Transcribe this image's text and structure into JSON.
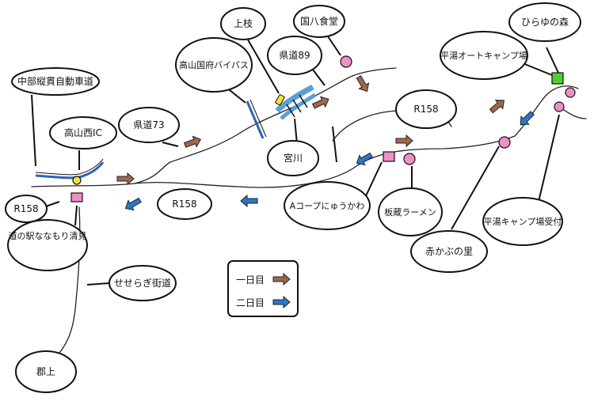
{
  "labels": {
    "chubu_expressway": "中部縦貫自動車道",
    "takayama_nishi_ic": "高山西IC",
    "route158_west": "R158",
    "roadside_station": "道の駅ななもり清見",
    "prefectural73": "県道73",
    "takayama_bypass": "高山国府バイパス",
    "kamieda": "上枝",
    "kunihachi": "国八食堂",
    "prefectural89": "県道89",
    "miyagawa": "宮川",
    "route158_mid": "R158",
    "route158_east": "R158",
    "acoop": "Aコープにゅうかわ",
    "itakura": "板蔵ラーメン",
    "akakabu": "赤かぶの里",
    "hirayu_auto": "平湯オートキャンプ場",
    "hirayu_forest": "ひらゆの森",
    "hirayu_reception": "平湯キャンプ場受付",
    "seseragi": "せせらぎ街道",
    "gujo": "郡上",
    "legend_day1": "一日目",
    "legend_day2": "二日目"
  },
  "colors": {
    "day1_arrow": "#a0674a",
    "day2_arrow": "#2a78c9",
    "highway": "#2f63b8",
    "ic_marker": "#f2e533",
    "roadside_station_marker": "#ef8fc8",
    "restaurant_marker": "#ef8fc8",
    "camp_marker": "#4fcf2f",
    "bridge": "#5b9fd6",
    "bridge_marker": "#f2e533"
  }
}
